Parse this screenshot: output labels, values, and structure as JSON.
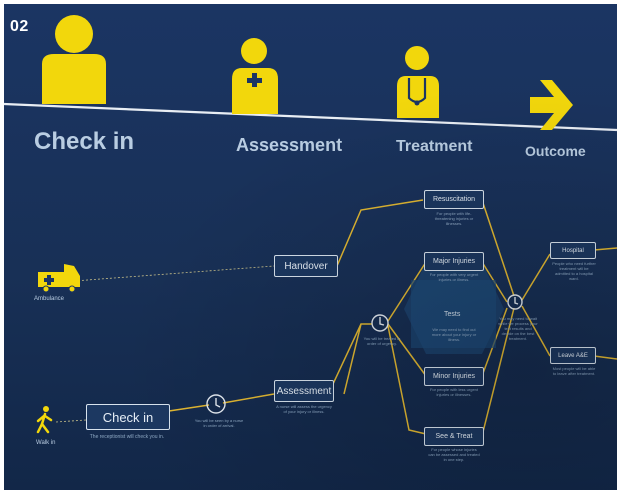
{
  "badge": "02",
  "stages": {
    "check_in": "Check in",
    "assessment": "Assessment",
    "treatment": "Treatment",
    "outcome": "Outcome"
  },
  "entries": {
    "ambulance": "Ambulance",
    "walk_in": "Walk in"
  },
  "boxes": {
    "check_in": "Check in",
    "handover": "Handover",
    "assessment": "Assessment",
    "resuscitation": "Resuscitation",
    "major_injuries": "Major Injuries",
    "tests": "Tests",
    "minor_injuries": "Minor Injuries",
    "see_treat": "See & Treat",
    "hospital": "Hospital",
    "leave_ae": "Leave A&E"
  },
  "notes": {
    "checkin": "The receptionist will check you in.",
    "nurse_seen": "You will be seen by a nurse in order of arrival.",
    "assessment": "A nurse will assess the urgency of your injury or illness.",
    "urgency": "You will be treated in order of urgency.",
    "resus": "For people with life-threatening injuries or illnesses.",
    "major": "For people with very urgent injuries or illness.",
    "tests": "We may need to find out more about your injury or illness.",
    "minor": "For people with less urgent injuries or illnesses.",
    "see_treat": "For people whose injuries can be assessed and treated in one step.",
    "hospital": "People who need further treatment will be admitted to a hospital ward.",
    "leave": "Most people will be able to leave after treatment.",
    "may_need": "You may need to wait while we process your test results and decide on the best treatment."
  },
  "colors": {
    "background": "#1b3563",
    "accent_yellow": "#f2d70c",
    "line": "#e2b832",
    "box_border": "#d8e3ee",
    "stage_text": "#b9cde2"
  },
  "icons": {
    "figures": [
      "person-icon",
      "nurse-icon",
      "doctor-icon",
      "arrow-right-icon"
    ],
    "entries": [
      "ambulance-icon",
      "walking-person-icon"
    ],
    "timers": [
      "clock-icon"
    ]
  }
}
